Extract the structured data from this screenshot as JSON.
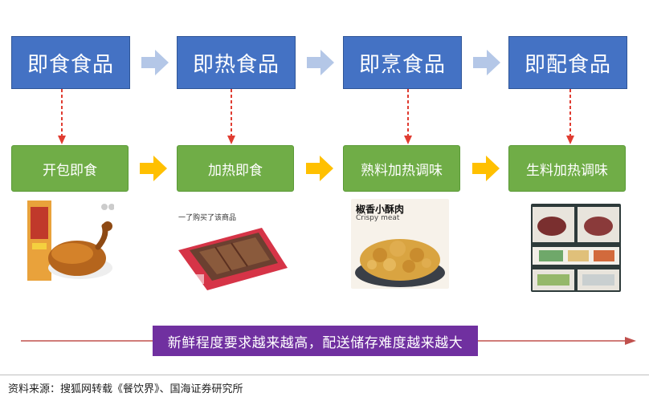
{
  "stages": [
    {
      "label": "即食食品"
    },
    {
      "label": "即热食品"
    },
    {
      "label": "即烹食品"
    },
    {
      "label": "即配食品"
    }
  ],
  "methods": [
    {
      "label": "开包即食"
    },
    {
      "label": "加热即食"
    },
    {
      "label": "熟料加热调味"
    },
    {
      "label": "生料加热调味"
    }
  ],
  "images": [
    {
      "icon": "roast-duck-photo"
    },
    {
      "icon": "packaged-meat-photo",
      "tag": "一了购买了该商品"
    },
    {
      "icon": "crispy-pork-bowl-photo",
      "title_cn": "椒香小酥肉",
      "title_en": "Crispy meat"
    },
    {
      "icon": "raw-meal-kit-photo"
    }
  ],
  "banner": {
    "text": "新鲜程度要求越来越高，配送储存难度越来越大"
  },
  "source": {
    "text": "资料来源：搜狐网转载《餐饮界》、国海证券研究所"
  },
  "colors": {
    "stage_blue": "#4472c4",
    "method_green": "#70ad47",
    "flow_arrow_gray": "#b4c7e7",
    "flow_arrow_gold": "#ffc000",
    "connector_red": "#e03c31",
    "banner_purple": "#7030a0",
    "timeline_red": "#c0504d"
  }
}
